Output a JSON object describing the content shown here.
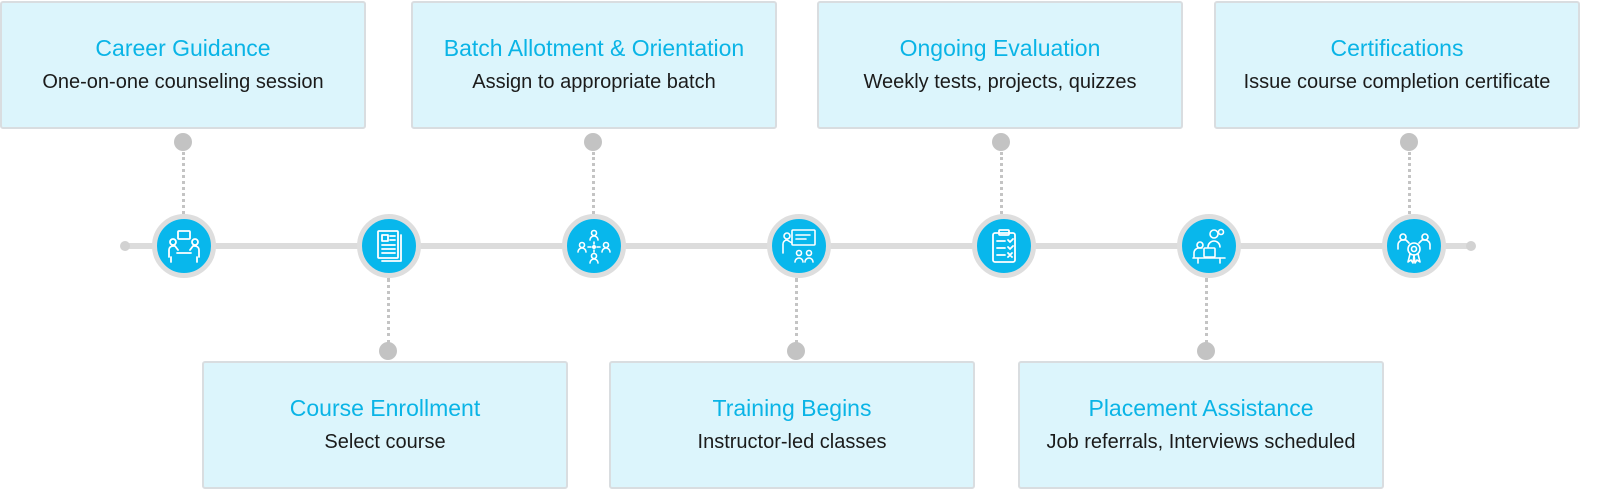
{
  "steps": [
    {
      "title": "Career Guidance",
      "desc": "One-on-one counseling session",
      "icon": "counseling-icon"
    },
    {
      "title": "Course Enrollment",
      "desc": "Select course",
      "icon": "enrollment-form-icon"
    },
    {
      "title": "Batch Allotment & Orientation",
      "desc": "Assign to appropriate batch",
      "icon": "batch-group-icon"
    },
    {
      "title": "Training Begins",
      "desc": "Instructor-led classes",
      "icon": "instructor-board-icon"
    },
    {
      "title": "Ongoing Evaluation",
      "desc": "Weekly tests, projects, quizzes",
      "icon": "clipboard-checklist-icon"
    },
    {
      "title": "Placement Assistance",
      "desc": "Job referrals, Interviews scheduled",
      "icon": "interview-icon"
    },
    {
      "title": "Certifications",
      "desc": "Issue course completion certificate",
      "icon": "certificate-award-icon"
    }
  ],
  "colors": {
    "accent": "#08b7ec",
    "title": "#0ab4e6",
    "card_bg": "#dcf5fc",
    "line": "#dcdcdc"
  }
}
